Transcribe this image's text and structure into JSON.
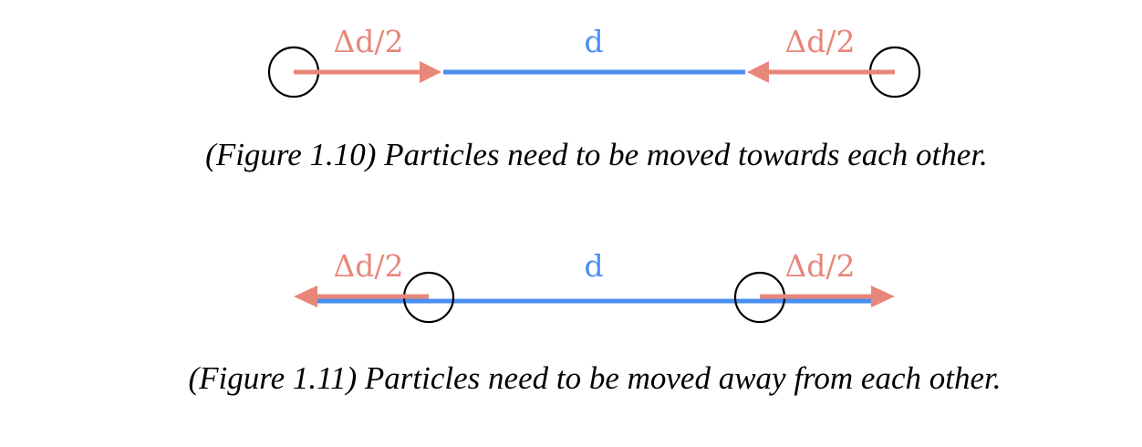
{
  "colors": {
    "arrow": "#e9867a",
    "distance": "#4a8ff0",
    "particle": "#000000"
  },
  "figure_1_10": {
    "left_label": "Δd/2",
    "center_label": "d",
    "right_label": "Δd/2",
    "caption": "(Figure 1.10) Particles need to be moved towards each other."
  },
  "figure_1_11": {
    "left_label": "Δd/2",
    "center_label": "d",
    "right_label": "Δd/2",
    "caption": "(Figure 1.11) Particles need to be moved away from each other."
  }
}
